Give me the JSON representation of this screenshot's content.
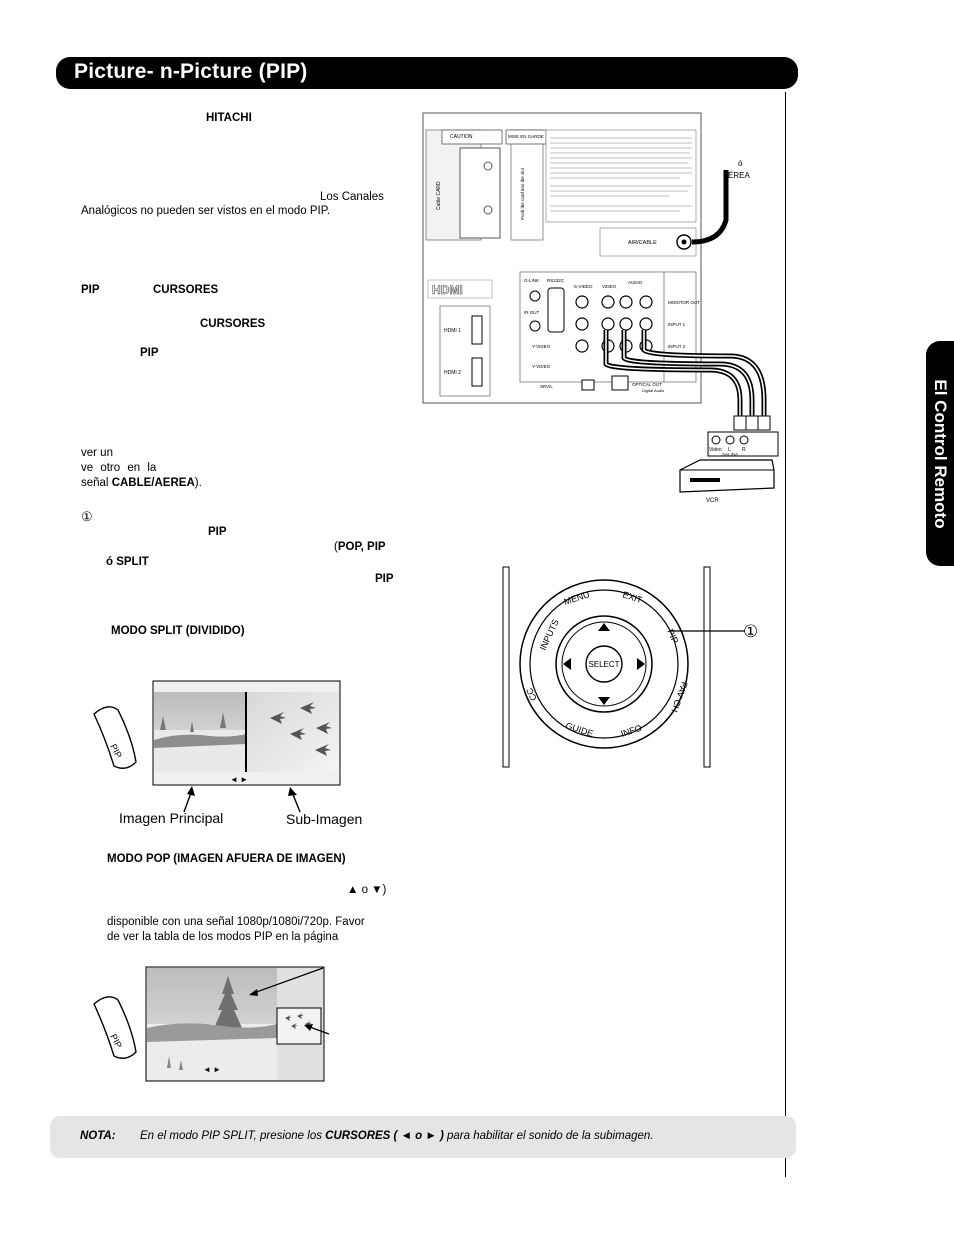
{
  "header": {
    "title": "Picture- n-Picture (PIP)"
  },
  "side_tab": {
    "label": "El Control Remoto"
  },
  "text": {
    "brand": "HITACHI",
    "canales": "Los Canales",
    "analog": "Analógicos no pueden ser vistos en el modo PIP.",
    "pip1": "PIP",
    "cursores1": "CURSORES",
    "cursores2": "CURSORES",
    "pip2": "PIP",
    "ver_un": "ver un",
    "ve_otro": "ve otro en la",
    "senal_pre": "señal ",
    "cable_aerea": "CABLE/AEREA",
    "senal_post": ").",
    "circle_one": "①",
    "pip3": "PIP",
    "pop_open": "(",
    "pop_pip": "POP, PIP",
    "o_split": "ó SPLIT",
    "pip4": "PIP",
    "modo_split": "MODO SPLIT (DIVIDIDO)",
    "imagen_principal": "Imagen Principal",
    "sub_imagen": "Sub-Imagen",
    "modo_pop": "MODO  POP (IMAGEN AFUERA DE IMAGEN)",
    "arrows_up_down": "▲ o ▼)",
    "disponible": "disponible con una señal 1080p/1080i/720p. Favor",
    "tabla": "de ver la tabla de los modos PIP en la página"
  },
  "tv_panel": {
    "caution": "CAUTION",
    "mise_en_garde": "MISE EN GARDE",
    "cable_card": "Cable CARD",
    "push_card": "Push the card into the slot",
    "air_cable": "AIR/CABLE",
    "area_o": "ó",
    "area_label": "ÉREA",
    "hdmi_logo": "HDMI",
    "hdmi1": "HDMI 1",
    "hdmi2": "HDMI 2",
    "glink": "G-LINK",
    "ir_out": "IR OUT",
    "rs232c": "RS232C",
    "svideo": "S-VIDEO",
    "video": "VIDEO",
    "audio": "AUDIO",
    "monitor_out": "MONITOR OUT",
    "input1": "INPUT 1",
    "input2": "INPUT 2",
    "yvideo": "Y-VIDEO",
    "usb_label": "SRVIL",
    "optical_out": "OPTICAL OUT",
    "digital_audio": "Digital Audio",
    "vcr_video": "Video",
    "vcr_l": "L",
    "vcr_r": "R",
    "vcr_salida": "SALIDA",
    "vcr_label": "VCR"
  },
  "remote": {
    "menu": "MENU",
    "exit": "EXIT",
    "inputs": "INPUTS",
    "pip": "PIP",
    "cc": "CC",
    "fav_ch": "FAV CH",
    "guide": "GUIDE",
    "info": "INFO",
    "select": "SELECT",
    "callout": "①"
  },
  "pip_key": {
    "label": "PIP"
  },
  "note": {
    "label": "NOTA:",
    "before": "En el modo PIP SPLIT, presione los ",
    "bold": "CURSORES ( ◄ o ► )",
    "after": " para habilitar el sonido de la subimagen."
  },
  "colors": {
    "black": "#000000",
    "note_bg": "#e5e5e5",
    "white": "#ffffff"
  }
}
